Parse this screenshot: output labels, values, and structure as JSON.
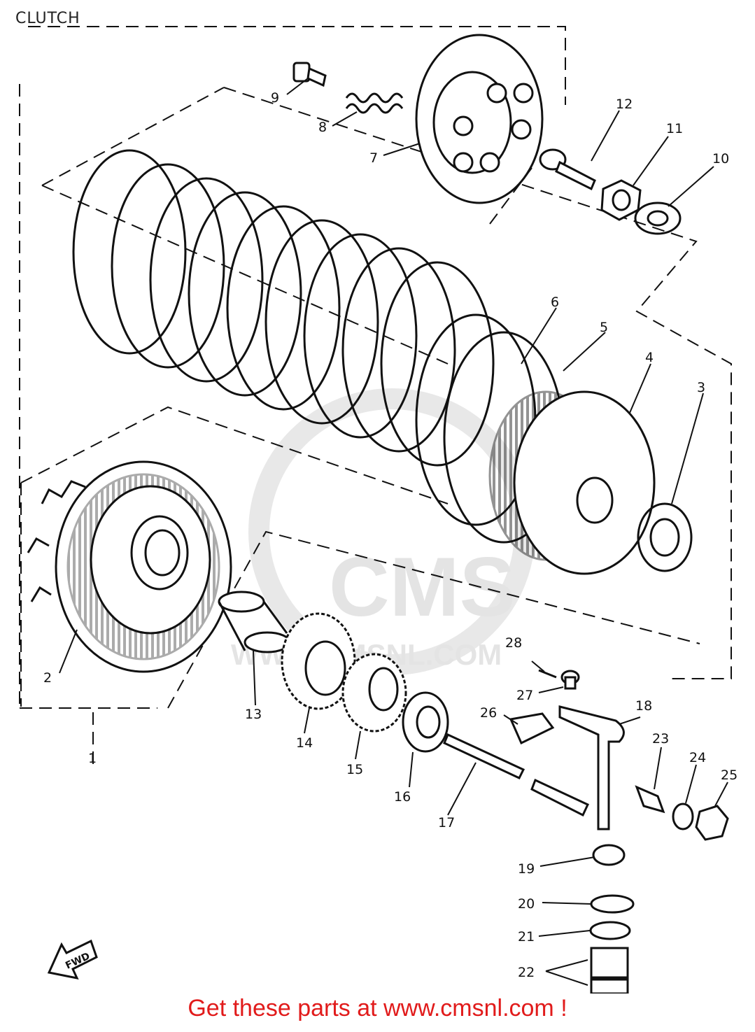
{
  "diagram": {
    "title": "CLUTCH",
    "fwd_label": "FWD",
    "watermark": {
      "brand": "CMS",
      "url": "WWW.CMSNL.COM"
    },
    "callouts": [
      "1",
      "2",
      "3",
      "4",
      "5",
      "6",
      "7",
      "8",
      "9",
      "10",
      "11",
      "12",
      "13",
      "14",
      "15",
      "16",
      "17",
      "18",
      "19",
      "20",
      "21",
      "22",
      "23",
      "24",
      "25",
      "26",
      "27",
      "28"
    ],
    "footer": "Get these parts at www.cmsnl.com !"
  }
}
